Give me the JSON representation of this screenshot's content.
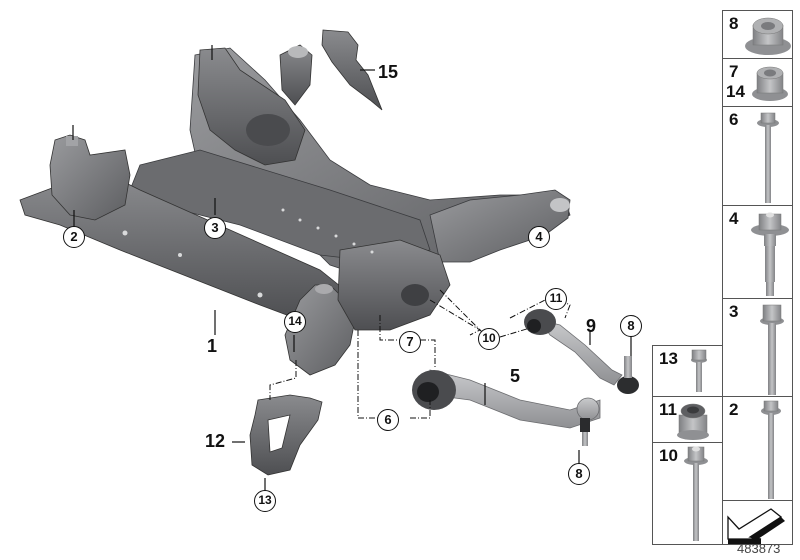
{
  "diagram": {
    "title": "Front axle support / wishbone exploded parts view",
    "reference_number": "483873",
    "colors": {
      "part_dark": "#5a5b5e",
      "part_mid": "#77787b",
      "part_light": "#a9aaad",
      "hardware": "#9c9da0",
      "line": "#111111",
      "grid_border": "#555555"
    },
    "callouts": [
      {
        "id": "c1",
        "label": "1",
        "style": "plain"
      },
      {
        "id": "c2",
        "label": "2",
        "style": "circled"
      },
      {
        "id": "c3",
        "label": "3",
        "style": "circled"
      },
      {
        "id": "c4",
        "label": "4",
        "style": "circled"
      },
      {
        "id": "c5",
        "label": "5",
        "style": "plain"
      },
      {
        "id": "c6",
        "label": "6",
        "style": "circled"
      },
      {
        "id": "c7",
        "label": "7",
        "style": "circled"
      },
      {
        "id": "c8a",
        "label": "8",
        "style": "circled"
      },
      {
        "id": "c8b",
        "label": "8",
        "style": "circled"
      },
      {
        "id": "c9",
        "label": "9",
        "style": "plain"
      },
      {
        "id": "c10",
        "label": "10",
        "style": "circled"
      },
      {
        "id": "c11",
        "label": "11",
        "style": "circled"
      },
      {
        "id": "c12",
        "label": "12",
        "style": "plain"
      },
      {
        "id": "c13",
        "label": "13",
        "style": "circled"
      },
      {
        "id": "c14",
        "label": "14",
        "style": "circled"
      },
      {
        "id": "c15",
        "label": "15",
        "style": "plain"
      }
    ],
    "parts": [
      {
        "number": "1",
        "description": "front axle support (subframe)"
      },
      {
        "number": "4",
        "description": "rear subframe mount arm"
      },
      {
        "number": "5",
        "description": "lower control arm / wishbone"
      },
      {
        "number": "9",
        "description": "tension strut / wishbone"
      },
      {
        "number": "12",
        "description": "bracket"
      },
      {
        "number": "15",
        "description": "heat shield / bracket"
      }
    ]
  },
  "hardware_grid": {
    "cells": [
      {
        "labels": [
          "8"
        ],
        "item": "flanged lock nut"
      },
      {
        "labels": [
          "7",
          "14"
        ],
        "item": "hex flange nut"
      },
      {
        "labels": [
          "6"
        ],
        "item": "hex flange bolt (long)"
      },
      {
        "labels": [
          "4"
        ],
        "item": "hex bolt with washer, stepped shank"
      },
      {
        "labels": [
          "3"
        ],
        "item": "hex flange bolt"
      },
      {
        "labels": [
          "13"
        ],
        "item": "short hex flange bolt"
      },
      {
        "labels": [
          "11"
        ],
        "item": "self-locking nut"
      },
      {
        "labels": [
          "2"
        ],
        "item": "long bolt, round head"
      },
      {
        "labels": [
          "10"
        ],
        "item": "hex flange bolt"
      },
      {
        "labels": [],
        "item": "direction-of-travel arrow"
      }
    ]
  }
}
